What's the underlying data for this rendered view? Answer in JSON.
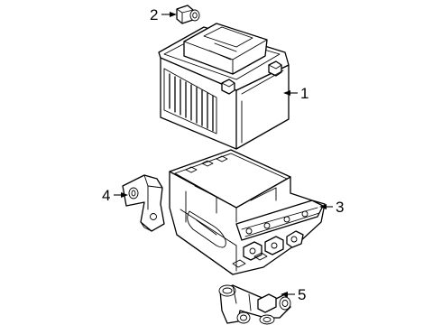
{
  "callouts": [
    {
      "id": "battery",
      "number": "1"
    },
    {
      "id": "connector",
      "number": "2"
    },
    {
      "id": "battery-tray",
      "number": "3"
    },
    {
      "id": "bracket",
      "number": "4"
    },
    {
      "id": "vent-tube",
      "number": "5"
    }
  ]
}
